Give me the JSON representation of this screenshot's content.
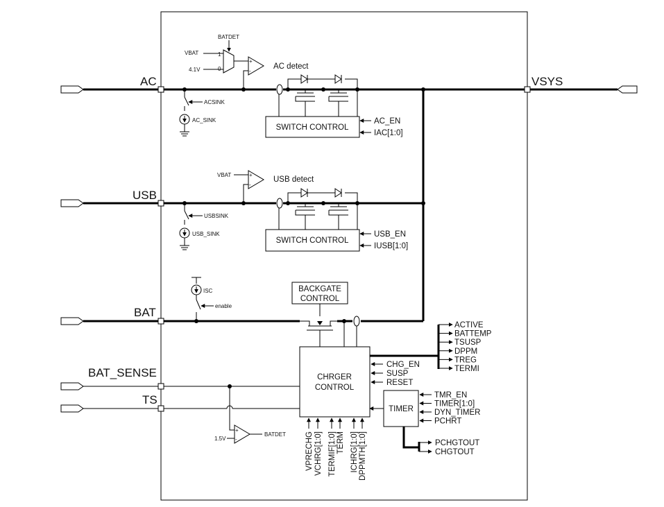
{
  "pins": {
    "ac": "AC",
    "usb": "USB",
    "bat": "BAT",
    "bat_sense": "BAT_SENSE",
    "ts": "TS",
    "vsys": "VSYS"
  },
  "ac_path": {
    "batdet": "BATDET",
    "vbat": "VBAT",
    "ref": "4.1V",
    "mux_in1": "1",
    "mux_in0": "0",
    "detect": "AC detect",
    "sink_ctrl": "ACSINK",
    "sink": "AC_SINK",
    "switch_control": "SWITCH CONTROL",
    "en": "AC_EN",
    "current": "IAC[1:0]"
  },
  "usb_path": {
    "vbat": "VBAT",
    "detect": "USB detect",
    "sink_ctrl": "USBSINK",
    "sink": "USB_SINK",
    "switch_control": "SWITCH CONTROL",
    "en": "USB_EN",
    "current": "IUSB[1:0]"
  },
  "bat_path": {
    "isc": "ISC",
    "enable": "enable",
    "backgate_line1": "BACKGATE",
    "backgate_line2": "CONTROL"
  },
  "charger": {
    "line1": "CHRGER",
    "line2": "CONTROL",
    "status_outputs": [
      "ACTIVE",
      "BATTEMP",
      "TSUSP",
      "DPPM",
      "TREG",
      "TERMI"
    ],
    "inputs": [
      "CHG_EN",
      "SUSP",
      "RESET"
    ],
    "bottom_inputs": [
      "VPRECHG",
      "VCHRG[1:0]",
      "TERMIF[1:0]",
      "TERM",
      "ICHRG[1:0]",
      "DPPMTH[1:0]"
    ]
  },
  "timer": {
    "label": "TIMER",
    "inputs": [
      "TMR_EN",
      "TIMER[1:0]",
      "DYN_TIMER",
      "PCHRT"
    ],
    "outputs": [
      "PCHGTOUT",
      "CHGTOUT"
    ]
  },
  "ts_comparator": {
    "ref": "1.5V",
    "out": "BATDET"
  }
}
